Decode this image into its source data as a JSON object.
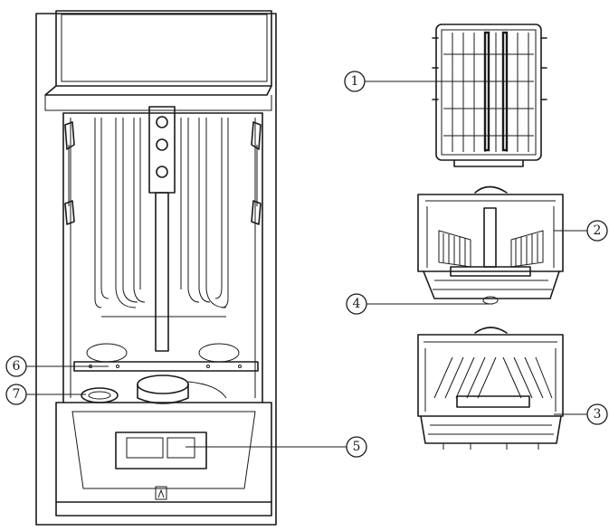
{
  "callouts": {
    "c1": {
      "label": "1"
    },
    "c2": {
      "label": "2"
    },
    "c3": {
      "label": "3"
    },
    "c4": {
      "label": "4"
    },
    "c5": {
      "label": "5"
    },
    "c6": {
      "label": "6"
    },
    "c7": {
      "label": "7"
    }
  }
}
